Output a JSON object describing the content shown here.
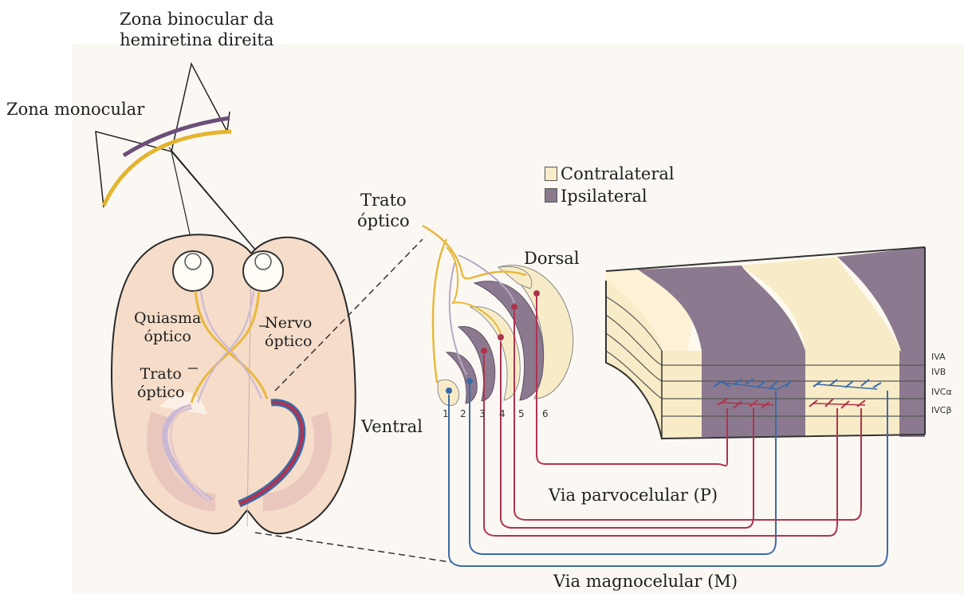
{
  "labels": {
    "binocular_zone": "Zona binocular da\nhemiretina direita",
    "monocular_zone": "Zona monocular",
    "optic_tract_top": "Trato\nóptico",
    "dorsal": "Dorsal",
    "ventral": "Ventral",
    "optic_chiasm": "Quiasma\nóptico",
    "optic_nerve": "Nervo\nóptico",
    "optic_tract_brain": "Trato\nóptico",
    "parvocellular": "Via parvocelular (P)",
    "magnocellular": "Via magnocelular (M)"
  },
  "legend": [
    {
      "label": "Contralateral",
      "color": "#f8ecc8"
    },
    {
      "label": "Ipsilateral",
      "color": "#8b7a8f"
    }
  ],
  "lgn_layers": [
    "1",
    "2",
    "3",
    "4",
    "5",
    "6"
  ],
  "cortex_layers": [
    "IVA",
    "IVB",
    "IVCα",
    "IVCβ"
  ],
  "colors": {
    "contralateral": "#f8ecc8",
    "ipsilateral": "#8b7a8f",
    "parvo": "#b0334e",
    "magno": "#3a6aa8",
    "tract_yellow": "#e8b83c",
    "brain": "#f5ddca"
  }
}
